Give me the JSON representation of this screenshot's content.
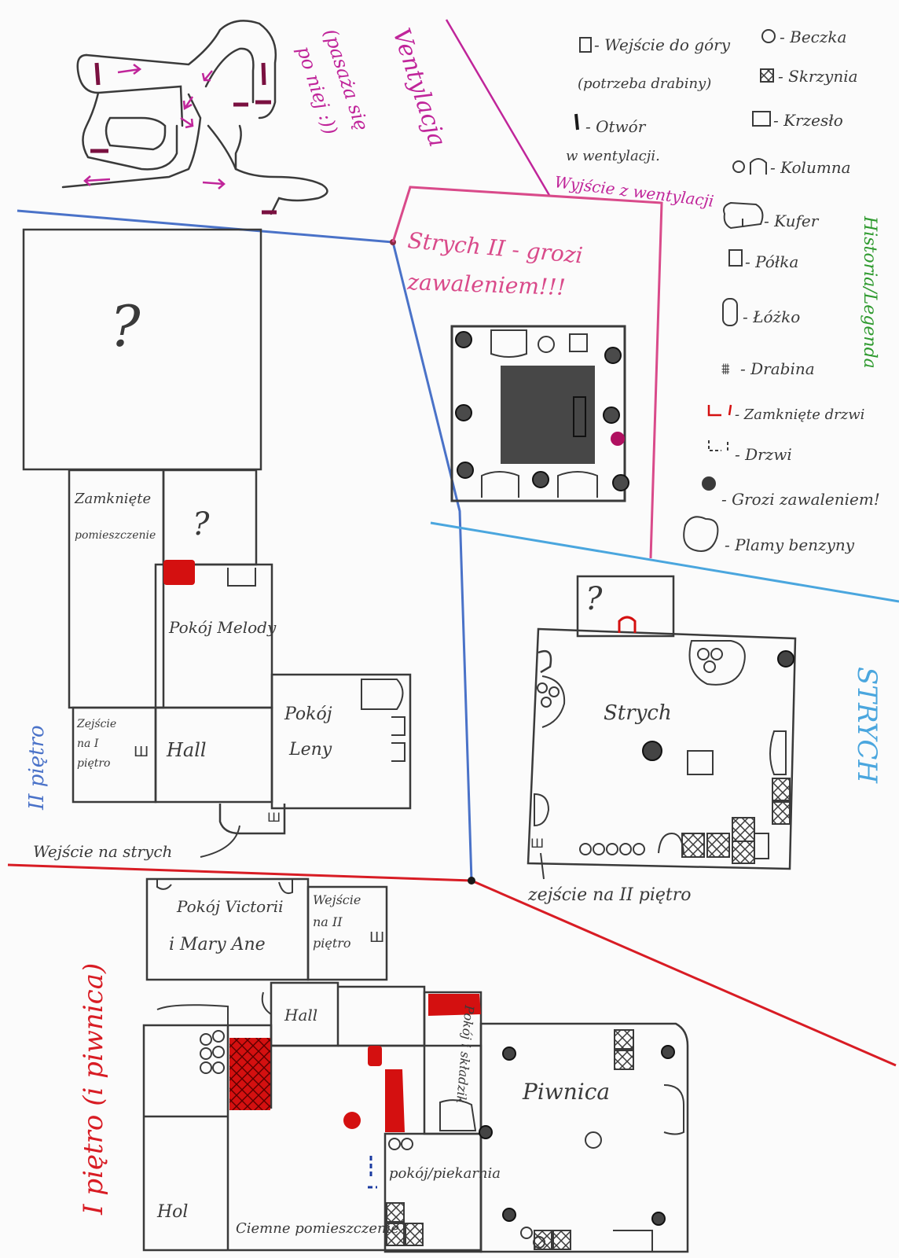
{
  "ventilation": {
    "title": "Ventylacja",
    "note_line1": "(pasaża się",
    "note_line2": "po niej :))"
  },
  "legend": {
    "title": "Historia/Legenda",
    "entries": {
      "up": "- Wejście do góry",
      "up_note": "(potrzeba drabiny)",
      "barrel": "- Beczka",
      "crate": "- Skrzynia",
      "chair": "- Krzesło",
      "column": "- Kolumna",
      "chest": "- Kufer",
      "shelf": "- Półka",
      "bed": "- Łóżko",
      "ladder": "- Drabina",
      "locked_door": "- Zamknięte drzwi",
      "door": "- Drzwi",
      "opening": "- Otwór",
      "opening_note": "w wentylacji.",
      "danger": "- Grozi zawaleniem!",
      "stains": "- Plamy benzyny"
    },
    "vent_exit": "Wyjście z wentylacji"
  },
  "attic2": {
    "title_line1": "Strych II - grozi",
    "title_line2": "zawaleniem!!!"
  },
  "floor2": {
    "side_label": "II piętro",
    "unknown_mark": "?",
    "locked_room_line1": "Zamknięte",
    "locked_room_line2": "pomieszczenie",
    "melody_room": "Pokój Melody",
    "lena_room_line1": "Pokój",
    "lena_room_line2": "Leny",
    "hall": "Hall",
    "stairs_down_line1": "Zejście",
    "stairs_down_line2": "na I",
    "stairs_down_line3": "piętro",
    "attic_entrance": "Wejście na strych"
  },
  "attic": {
    "side_label": "STRYCH",
    "room": "Strych",
    "unknown_mark": "?",
    "stairs_down": "zejście na II piętro"
  },
  "floor1": {
    "side_label": "I piętro (i piwnica)",
    "victoria_room_line1": "Pokój Victorii",
    "victoria_room_line2": "i Mary Ane",
    "stairs_up_line1": "Wejście",
    "stairs_up_line2": "na II",
    "stairs_up_line3": "piętro",
    "hall_top": "Hall",
    "hall_bottom": "Hol",
    "dark_room": "Ciemne pomieszczenie",
    "storage": "Pokój i składzik",
    "kitchen": "pokój/piekarnia",
    "cellar": "Piwnica"
  },
  "colors": {
    "pencil": "#3a3a3a",
    "ventilation_ink": "#c0259a",
    "attic2_ink": "#d94a8a",
    "floor2_line": "#4a72c8",
    "attic_line": "#4aa6de",
    "floor1_line": "#d81c24",
    "legend_title": "#2e9a2e",
    "red_fill": "#d41010"
  }
}
